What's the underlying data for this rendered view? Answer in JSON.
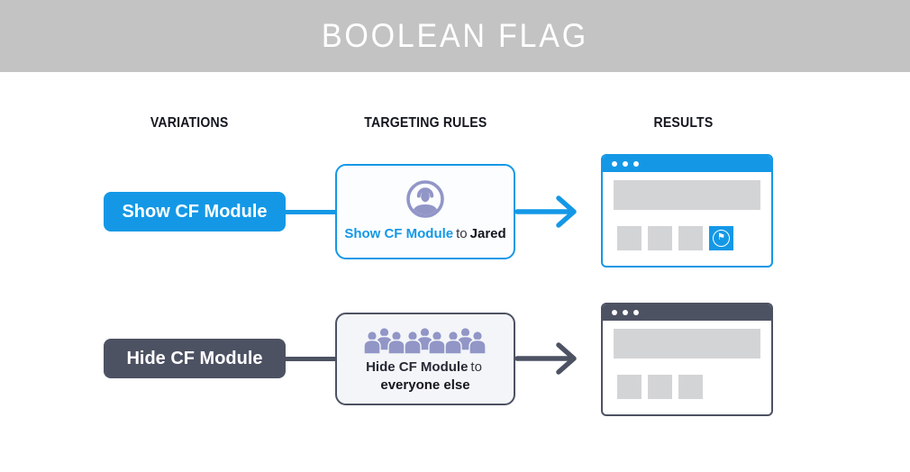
{
  "header": {
    "title": "BOOLEAN FLAG"
  },
  "columns": [
    {
      "label": "VARIATIONS"
    },
    {
      "label": "TARGETING RULES"
    },
    {
      "label": "RESULTS"
    }
  ],
  "colors": {
    "accent_blue": "#1498e6",
    "dark_slate": "#4d5263",
    "icon_purple": "#9196c7",
    "header_gray": "#c2c3c2",
    "placeholder_gray": "#d3d4d6"
  },
  "rows": [
    {
      "variation_label": "Show CF Module",
      "rule": {
        "icon": "single-user-icon",
        "flag_text": "Show CF Module",
        "connector_text": "to",
        "audience_text": "Jared"
      },
      "result": {
        "window_dots": 3,
        "has_flag_module": true,
        "module_icon": "flag-badge-icon"
      }
    },
    {
      "variation_label": "Hide CF Module",
      "rule": {
        "icon": "crowd-icon",
        "flag_text": "Hide CF Module",
        "connector_text": "to",
        "audience_text": "everyone else"
      },
      "result": {
        "window_dots": 3,
        "has_flag_module": false
      }
    }
  ]
}
